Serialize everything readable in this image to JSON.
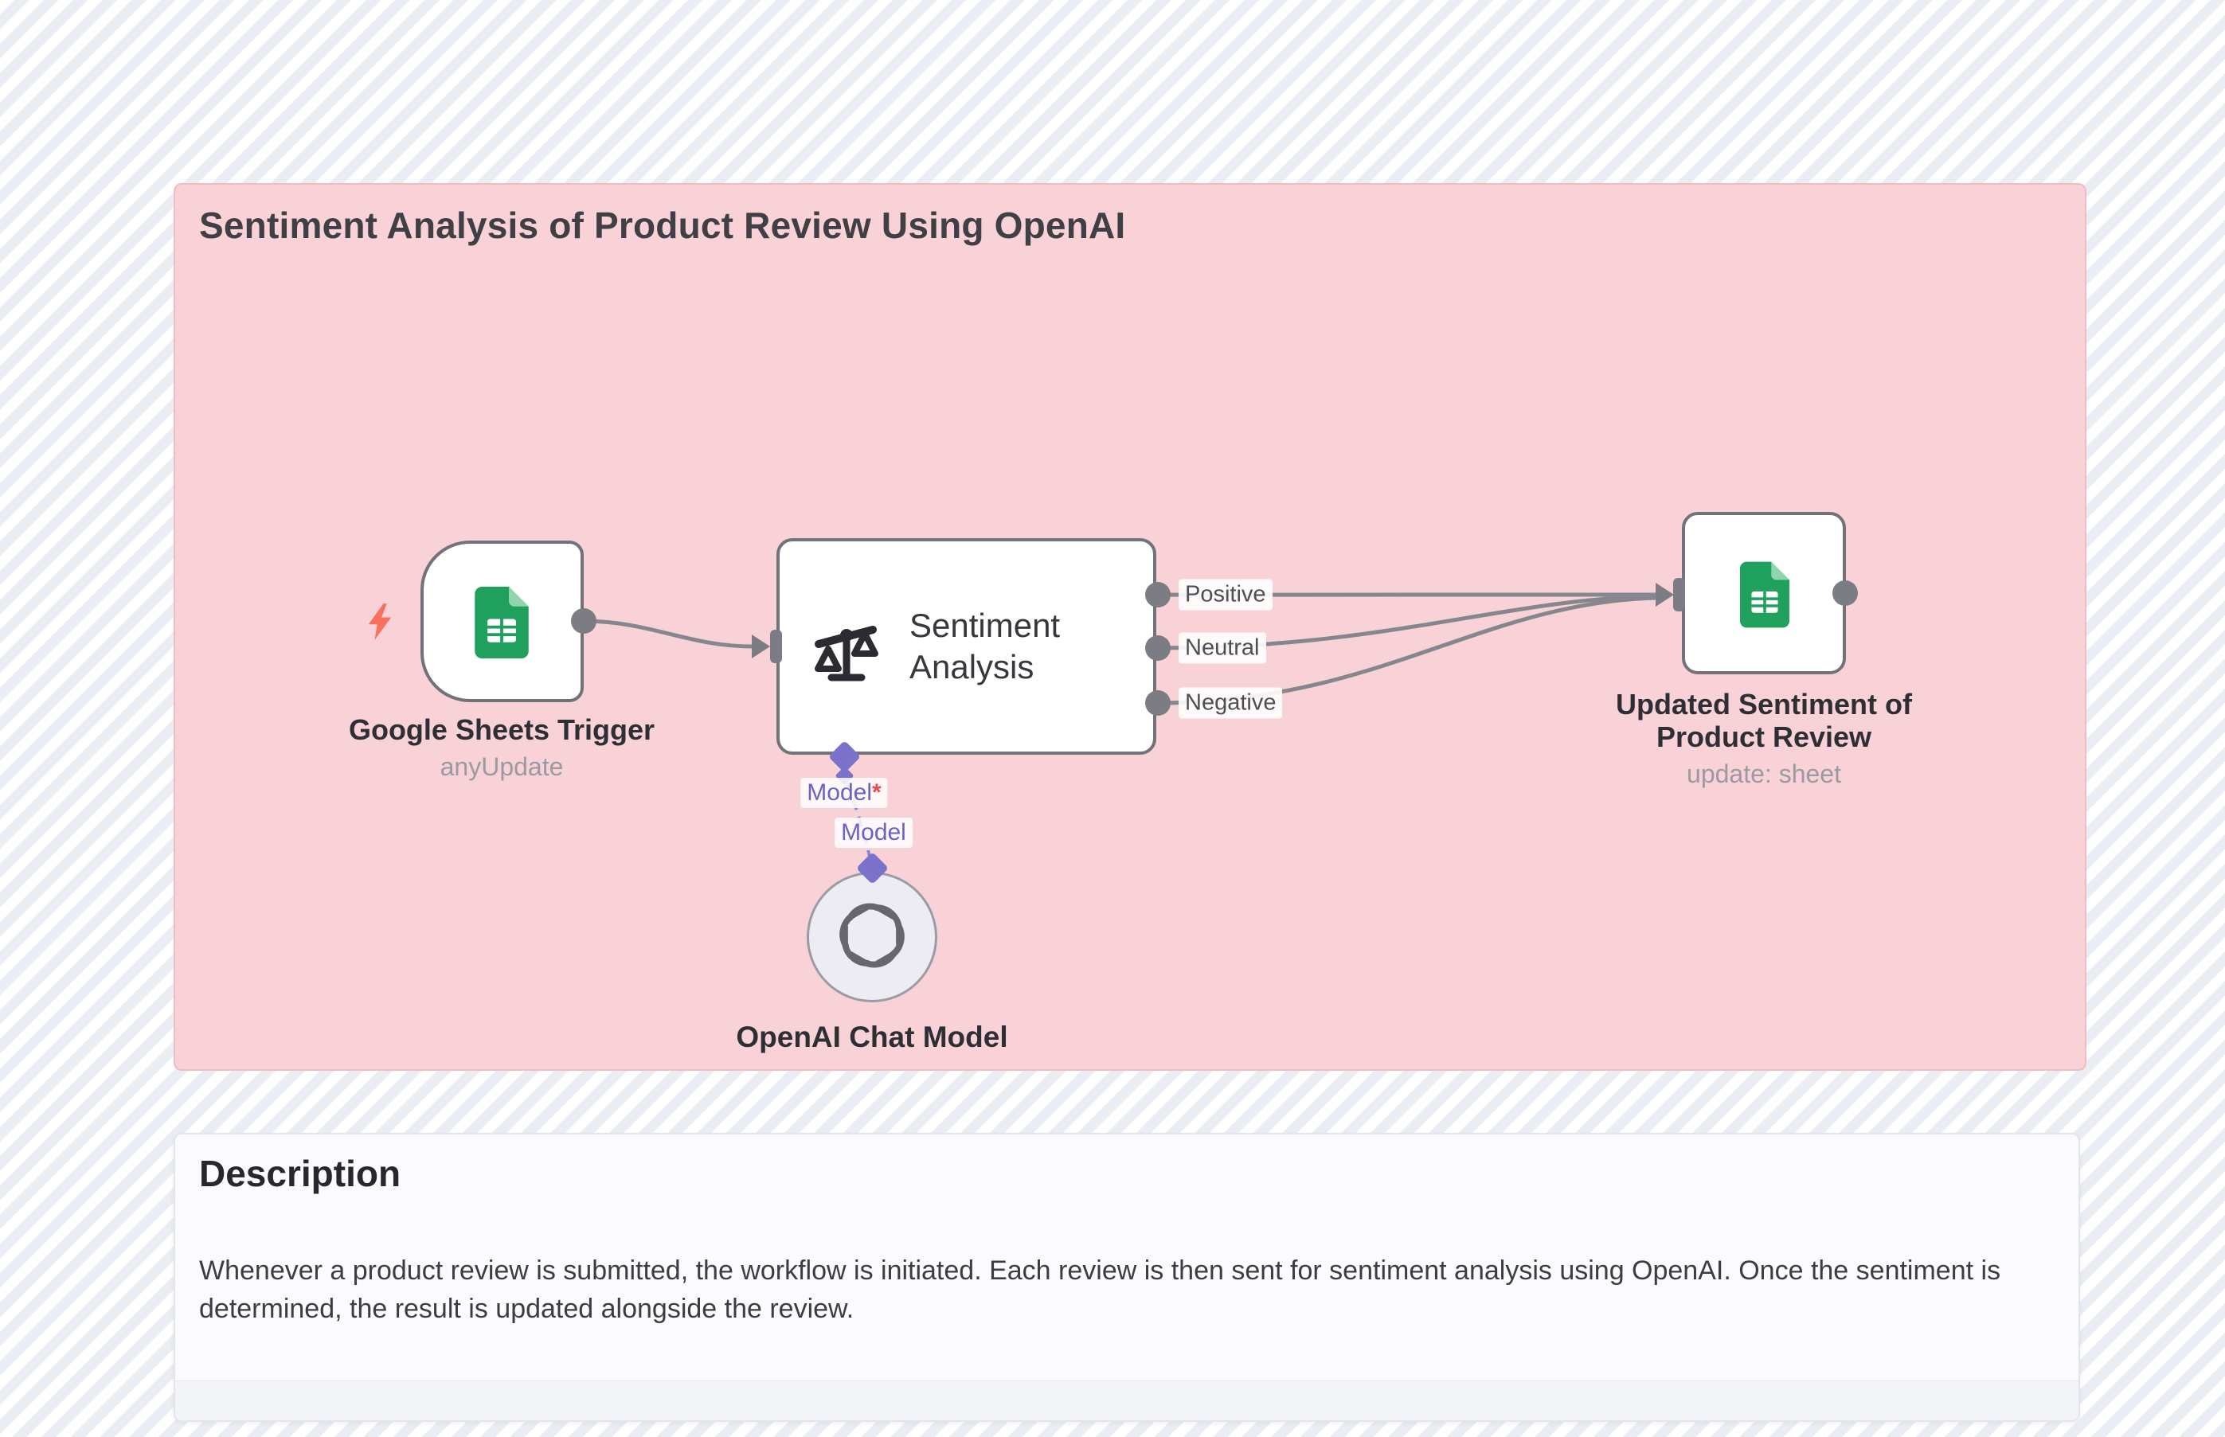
{
  "canvas": {
    "sticky_title": "Sentiment Analysis of Product Review Using OpenAI"
  },
  "nodes": {
    "google_sheets_trigger": {
      "label": "Google Sheets Trigger",
      "sublabel": "anyUpdate"
    },
    "sentiment_analysis": {
      "label": "Sentiment Analysis",
      "outputs": [
        "Positive",
        "Neutral",
        "Negative"
      ]
    },
    "updated_sentiment": {
      "label": "Updated Sentiment of Product Review",
      "sublabel": "update: sheet"
    },
    "openai_chat_model": {
      "label": "OpenAI Chat Model"
    }
  },
  "ai_connection": {
    "port_label": "Model",
    "required_mark": "*",
    "link_label": "Model"
  },
  "description": {
    "heading": "Description",
    "body": "Whenever a product review is submitted, the workflow is initiated. Each review is then sent for sentiment analysis using OpenAI. Once the sentiment is determined, the result is updated alongside the review."
  },
  "colors": {
    "sticky_background": "#f8d2d6",
    "node_border_gray": "#72727b",
    "connector_gray": "#86868e",
    "ai_purple": "#7b72cb",
    "sheets_green": "#1fa05c",
    "trigger_bolt_red": "#f9705f",
    "required_red": "#e5484d"
  }
}
